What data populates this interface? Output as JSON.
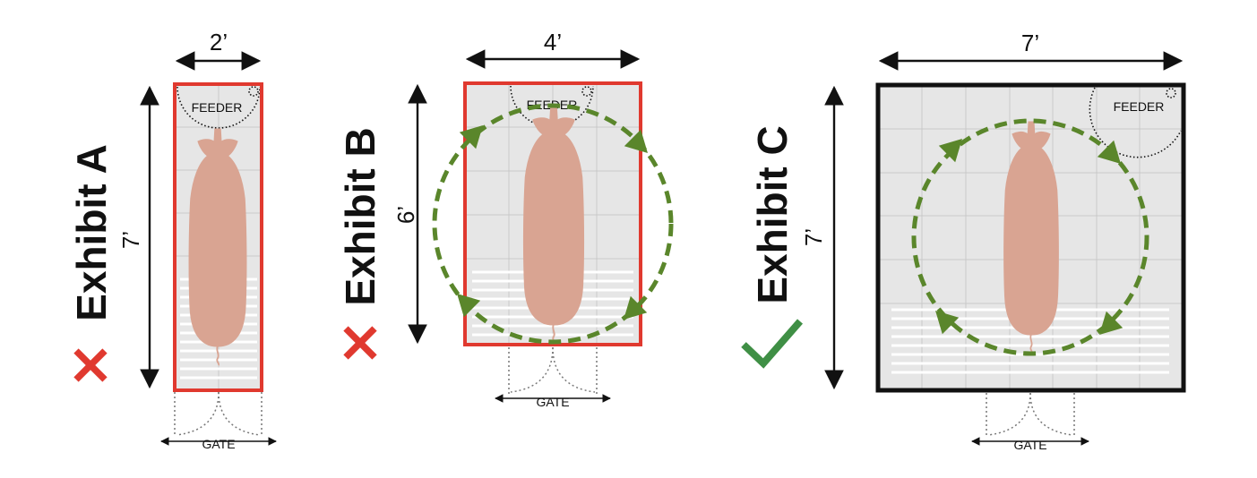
{
  "colors": {
    "reject": "#e0392f",
    "accept": "#3f8f45",
    "arrow_path": "#5a862b",
    "pig": "#d9a492",
    "floor": "#e6e6e6",
    "grid": "#c9c9c9",
    "slats": "#ffffff"
  },
  "exhibits": [
    {
      "title": "Exhibit A",
      "status": "reject",
      "status_icon": "cross-mark-icon",
      "width_label": "2’",
      "length_label": "7’",
      "feeder_label": "FEEDER",
      "gate_label": "GATE",
      "turn_path": false
    },
    {
      "title": "Exhibit B",
      "status": "reject",
      "status_icon": "cross-mark-icon",
      "width_label": "4’",
      "length_label": "6’",
      "feeder_label": "FEEDER",
      "gate_label": "GATE",
      "turn_path": true
    },
    {
      "title": "Exhibit C",
      "status": "accept",
      "status_icon": "check-mark-icon",
      "width_label": "7’",
      "length_label": "7’",
      "feeder_label": "FEEDER",
      "gate_label": "GATE",
      "turn_path": true
    }
  ]
}
